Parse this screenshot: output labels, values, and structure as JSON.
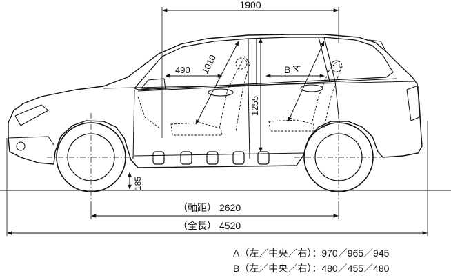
{
  "dimensions": {
    "cabin_length": "1900",
    "front_headroom": "1010",
    "front_seat_offset": "490",
    "interior_height": "1255",
    "ground_clearance": "185",
    "rear_label_b": "B",
    "rear_label_a": "A",
    "wheelbase_label": "（軸距）",
    "wheelbase_value": "2620",
    "overall_length_label": "（全長）",
    "overall_length_value": "4520"
  },
  "notes": {
    "a_line": "A（左／中央／右）：970／965／945",
    "b_line": "B（左／中央／右）：480／455／480"
  }
}
